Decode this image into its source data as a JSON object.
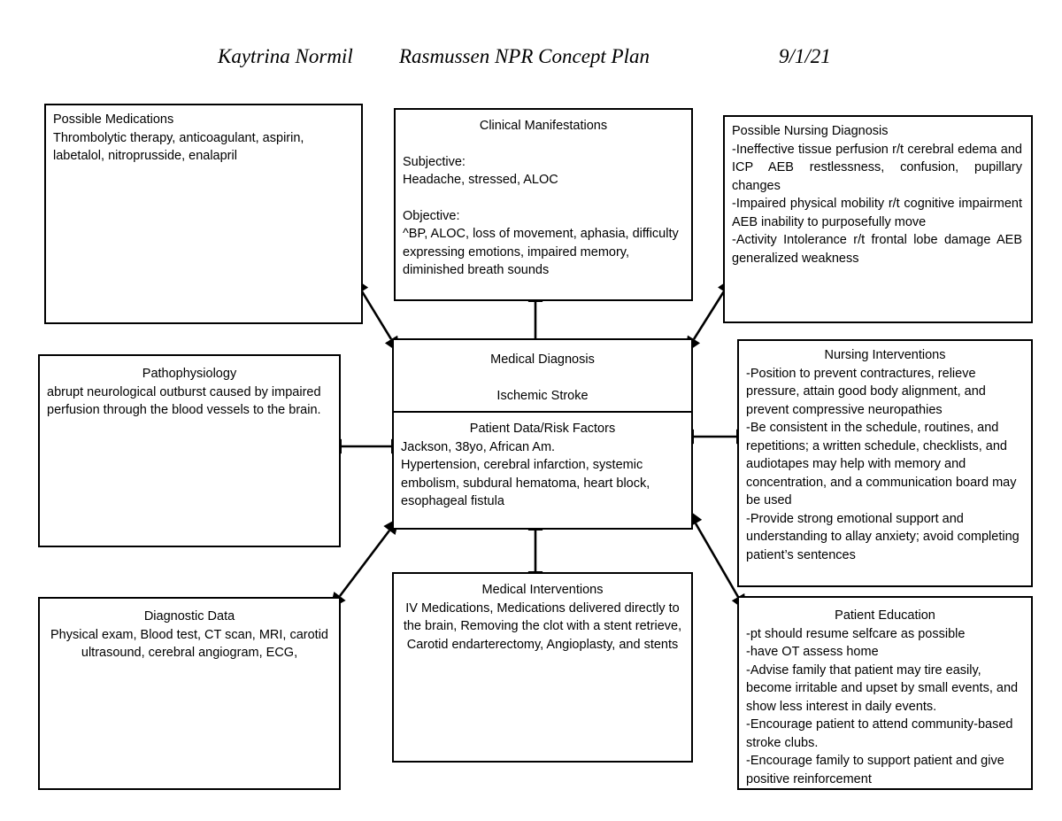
{
  "header": {
    "student_name": "Kaytrina Normil",
    "title": "Rasmussen NPR Concept Plan",
    "date": "9/1/21"
  },
  "boxes": {
    "medications": {
      "title": "Possible Medications",
      "body": "Thrombolytic therapy, anticoagulant, aspirin, labetalol, nitroprusside, enalapril"
    },
    "clinical_manifestations": {
      "title": "Clinical Manifestations",
      "subjective_label": "Subjective:",
      "subjective": "Headache, stressed, ALOC",
      "objective_label": "Objective:",
      "objective": "^BP, ALOC, loss of movement, aphasia, difficulty expressing emotions, impaired memory, diminished breath sounds"
    },
    "nursing_diagnosis": {
      "title": "Possible Nursing Diagnosis",
      "body": "-Ineffective tissue perfusion r/t cerebral edema and ICP AEB restlessness, confusion, pupillary changes\n-Impaired physical mobility r/t cognitive impairment AEB inability to purposefully move\n-Activity Intolerance r/t frontal lobe damage AEB generalized weakness"
    },
    "pathophysiology": {
      "title": "Pathophysiology",
      "body": "abrupt neurological outburst caused by impaired perfusion through the blood vessels to the brain."
    },
    "medical_diagnosis": {
      "title": "Medical Diagnosis",
      "body": "Ischemic Stroke"
    },
    "patient_data": {
      "title": "Patient Data/Risk Factors",
      "body": "Jackson, 38yo, African Am.\nHypertension, cerebral infarction, systemic embolism, subdural hematoma, heart block, esophageal fistula"
    },
    "nursing_interventions": {
      "title": "Nursing Interventions",
      "body": "-Position to prevent contractures, relieve pressure, attain good body alignment, and prevent compressive neuropathies\n-Be consistent in the schedule, routines, and repetitions; a written schedule, checklists, and audiotapes may help with memory and concentration, and a communication board may be used\n-Provide strong emotional support and understanding to allay anxiety; avoid completing patient’s sentences"
    },
    "diagnostic_data": {
      "title": "Diagnostic Data",
      "body": "Physical exam, Blood test, CT scan, MRI, carotid ultrasound, cerebral angiogram, ECG,"
    },
    "medical_interventions": {
      "title": "Medical Interventions",
      "body": "IV Medications, Medications delivered directly to the brain, Removing the clot with a stent retrieve, Carotid endarterectomy, Angioplasty, and stents"
    },
    "patient_education": {
      "title": "Patient Education",
      "body": "-pt should resume selfcare as possible\n-have OT assess home\n-Advise family that patient may tire easily, become irritable and upset by small events, and show less interest in daily events.\n-Encourage patient to attend community-based stroke clubs.\n-Encourage family to support patient and give positive reinforcement"
    }
  },
  "connectors": [
    {
      "name": "medications-to-diagnosis",
      "kind": "double-arrow-diagonal"
    },
    {
      "name": "clinical-to-diagnosis",
      "kind": "double-arrow-vertical"
    },
    {
      "name": "nursing-diagnosis-to-diagnosis",
      "kind": "double-arrow-diagonal"
    },
    {
      "name": "pathophysiology-to-patient-data",
      "kind": "double-arrow-horizontal"
    },
    {
      "name": "nursing-interventions-to-patient-data",
      "kind": "double-arrow-horizontal"
    },
    {
      "name": "diagnostic-data-to-patient-data",
      "kind": "double-arrow-diagonal"
    },
    {
      "name": "medical-interventions-to-patient-data",
      "kind": "double-arrow-vertical"
    },
    {
      "name": "patient-education-to-patient-data",
      "kind": "double-arrow-diagonal"
    }
  ],
  "colors": {
    "stroke": "#000000",
    "background": "#ffffff"
  }
}
